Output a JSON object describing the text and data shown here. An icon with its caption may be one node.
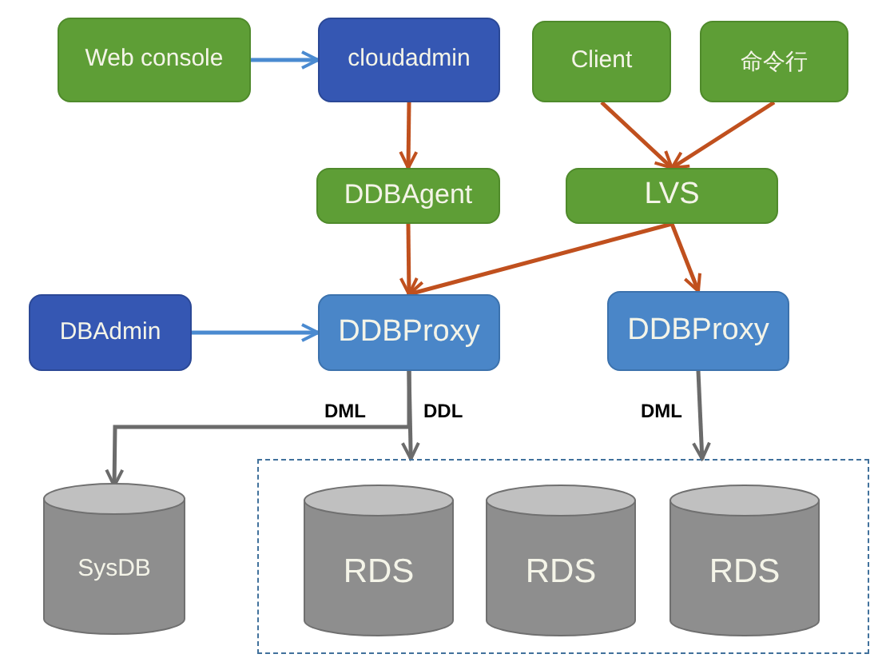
{
  "diagram": {
    "nodes": [
      {
        "text": [
          "Web console"
        ]
      },
      {
        "text": [
          "cloudadmin"
        ]
      },
      {
        "text": [
          "Client"
        ]
      },
      {
        "text": [
          "命令行"
        ]
      },
      {
        "text": [
          "DDBAgent"
        ]
      },
      {
        "text": [
          "LVS"
        ]
      },
      {
        "text": [
          "DBAdmin"
        ]
      },
      {
        "text": [
          "DDBProxy"
        ]
      },
      {
        "text": [
          "DDBProxy"
        ]
      },
      {
        "text": [
          "SysDB"
        ]
      },
      {
        "text": [],
        "shape": "box"
      },
      {
        "text": [
          "RDS"
        ],
        "in": 10
      },
      {
        "text": [
          "RDS"
        ],
        "in": 10
      },
      {
        "text": [
          "RDS"
        ],
        "in": 10
      }
    ],
    "edges": [
      {
        "from": 0,
        "to": 1,
        "arrow": "to",
        "color": "#4a8ad0"
      },
      {
        "from": 1,
        "to": 4,
        "arrow": "to"
      },
      {
        "from": 2,
        "to": 5,
        "arrow": "to"
      },
      {
        "from": 3,
        "to": 5,
        "arrow": "to"
      },
      {
        "from": 4,
        "to": 7,
        "arrow": "to"
      },
      {
        "from": 5,
        "to": 7,
        "arrow": "to"
      },
      {
        "from": 5,
        "to": 8,
        "arrow": "to"
      },
      {
        "from": 6,
        "to": 7,
        "arrow": "to",
        "color": "#4a8ad0"
      },
      {
        "from": 7,
        "to": 9,
        "arrow": "to",
        "label": "DML",
        "color": "#6b6b6b"
      },
      {
        "from": 7,
        "to": 10,
        "arrow": "to",
        "label": "DDL",
        "color": "#6b6b6b"
      },
      {
        "from": 8,
        "to": 10,
        "arrow": "to",
        "label": "DML",
        "color": "#6b6b6b"
      }
    ]
  }
}
